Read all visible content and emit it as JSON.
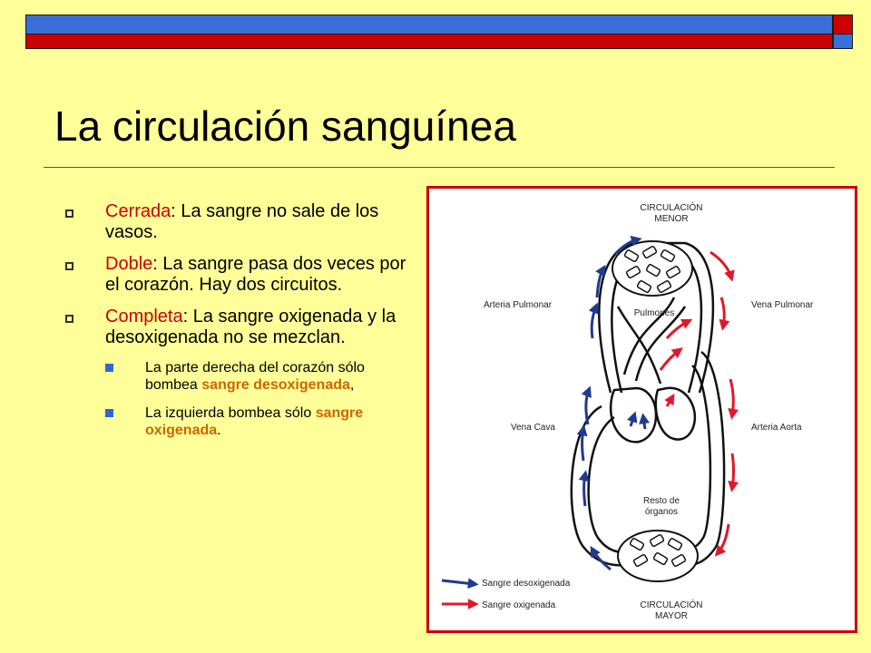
{
  "slide": {
    "title": "La circulación sanguínea",
    "bullets": [
      {
        "keyword": "Cerrada",
        "text": ": La sangre no sale de los vasos."
      },
      {
        "keyword": "Doble",
        "text": ": La sangre pasa dos veces por el corazón. Hay dos circuitos."
      },
      {
        "keyword": "Completa",
        "text": ": La sangre oxigenada y la desoxigenada no se mezclan."
      }
    ],
    "sub_bullets": [
      {
        "text": "La parte derecha del corazón sólo bombea ",
        "highlight": "sangre desoxigenada",
        "end": ","
      },
      {
        "text": "La izquierda bombea sólo ",
        "highlight": "sangre oxigenada",
        "end": "."
      }
    ]
  },
  "diagram": {
    "top_title_line1": "CIRCULACIÓN",
    "top_title_line2": "MENOR",
    "bottom_title_line1": "CIRCULACIÓN",
    "bottom_title_line2": "MAYOR",
    "label_pulmonary_artery": "Arteria Pulmonar",
    "label_pulmonary_vein": "Vena Pulmonar",
    "label_lungs": "Pulmones",
    "label_vena_cava": "Vena Cava",
    "label_aorta": "Arteria Aorta",
    "label_body_line1": "Resto de",
    "label_body_line2": "órganos",
    "legend_deoxy": "Sangre desoxigenada",
    "legend_oxy": "Sangre oxigenada",
    "color_deoxy": "#1F3A8F",
    "color_oxy": "#E0182A"
  },
  "theme": {
    "background": "#FFFF99",
    "accent_red": "#CC0000",
    "accent_blue": "#3A6FD9",
    "keyword_color": "#CC0000",
    "highlight_color": "#CC6600"
  }
}
